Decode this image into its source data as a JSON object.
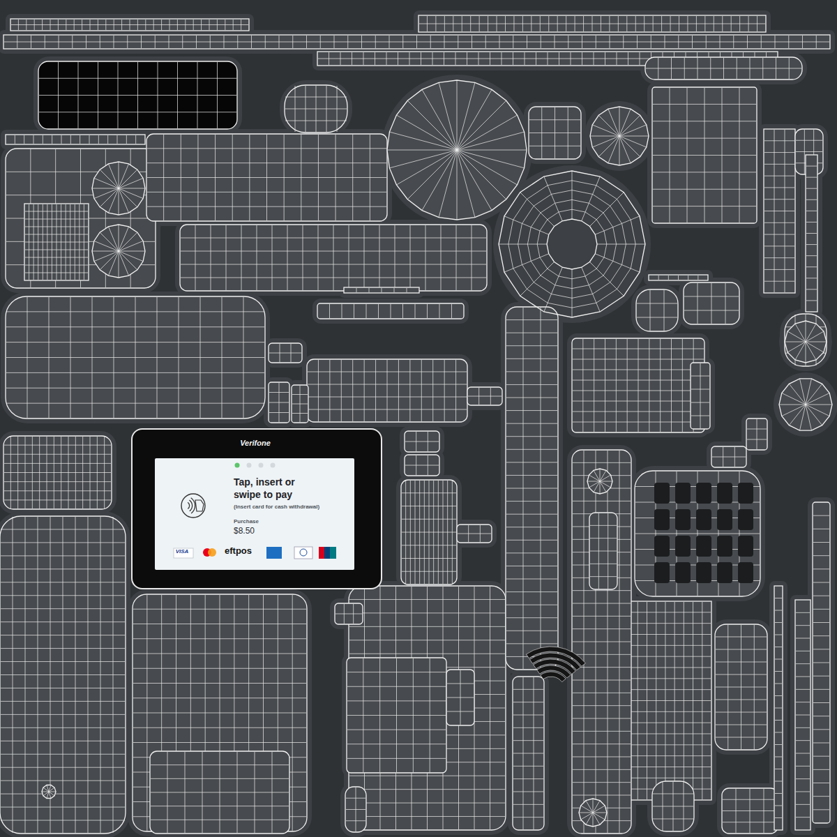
{
  "diagram": {
    "nodes": [
      {
        "text": [
          "Verifone"
        ]
      },
      {
        "text": [
          "Tap, insert or swipe to pay",
          "(Insert card for cash withdrawal)",
          "Purchase",
          "$8.50"
        ],
        "in": 0
      }
    ],
    "labels": [
      "VISA",
      "eftpos"
    ]
  }
}
